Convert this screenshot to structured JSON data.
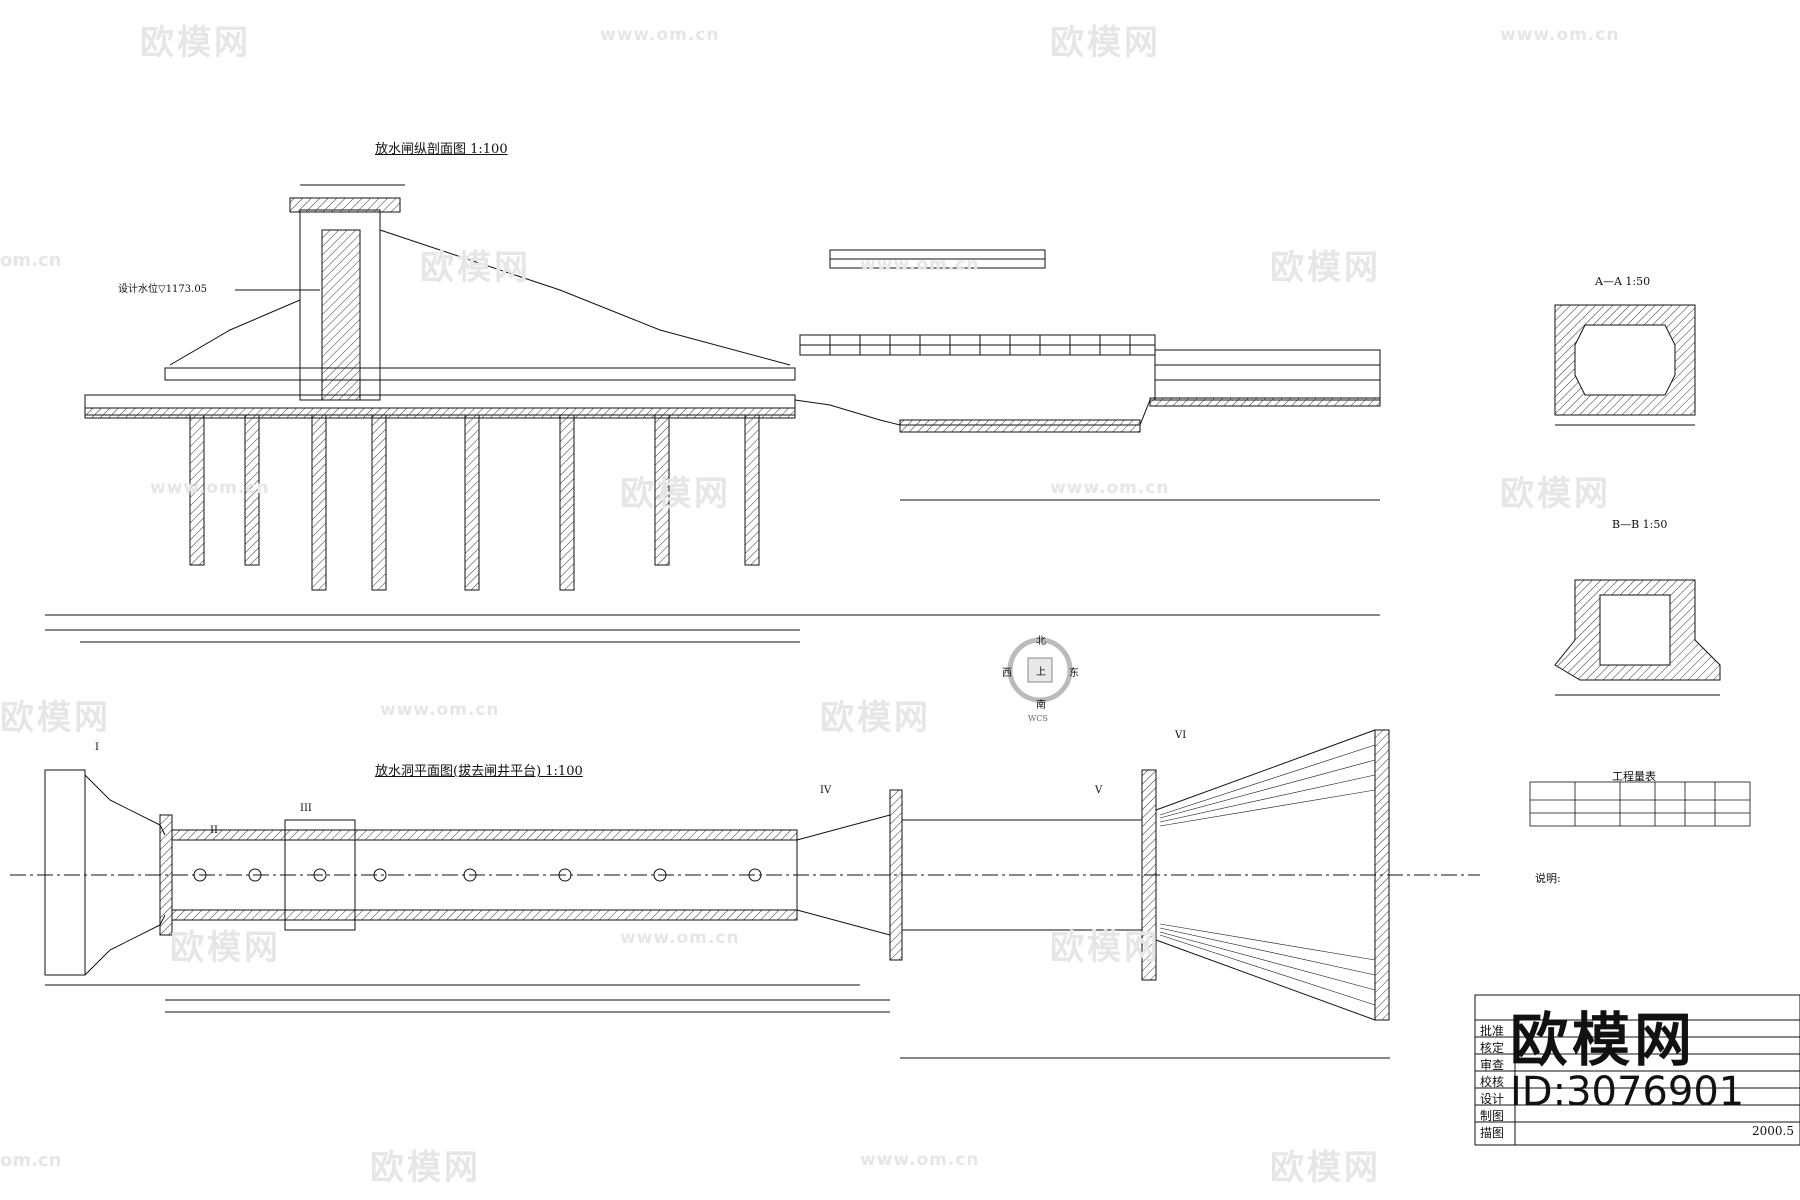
{
  "watermark": {
    "brand": "欧模网",
    "url": "www.om.cn",
    "short": "om.cn"
  },
  "titles": {
    "longitudinal": "放水闸纵剖面图 1:100",
    "plan": "放水洞平面图(拔去闸井平台) 1:100",
    "section_aa": "A—A 1:50",
    "section_bb": "B—B 1:50",
    "quantities": "工程量表",
    "notes_heading": "说明:"
  },
  "labels": {
    "design_water_level": "设计水位▽1173.05",
    "section_markers": [
      "I",
      "II",
      "III",
      "IV",
      "V",
      "VI"
    ],
    "date": "2000.5"
  },
  "title_block": {
    "rows": [
      "批准",
      "核定",
      "审查",
      "校核",
      "设计",
      "制图",
      "描图"
    ]
  },
  "compass": {
    "north": "北",
    "south": "南",
    "east": "东",
    "west": "西",
    "center": "上",
    "wcs": "WCS"
  },
  "stamp": {
    "brand": "欧模网",
    "id": "ID:3076901"
  },
  "colors": {
    "line": "#111111",
    "hatch": "#333333",
    "watermark": "#e6e6e6"
  }
}
